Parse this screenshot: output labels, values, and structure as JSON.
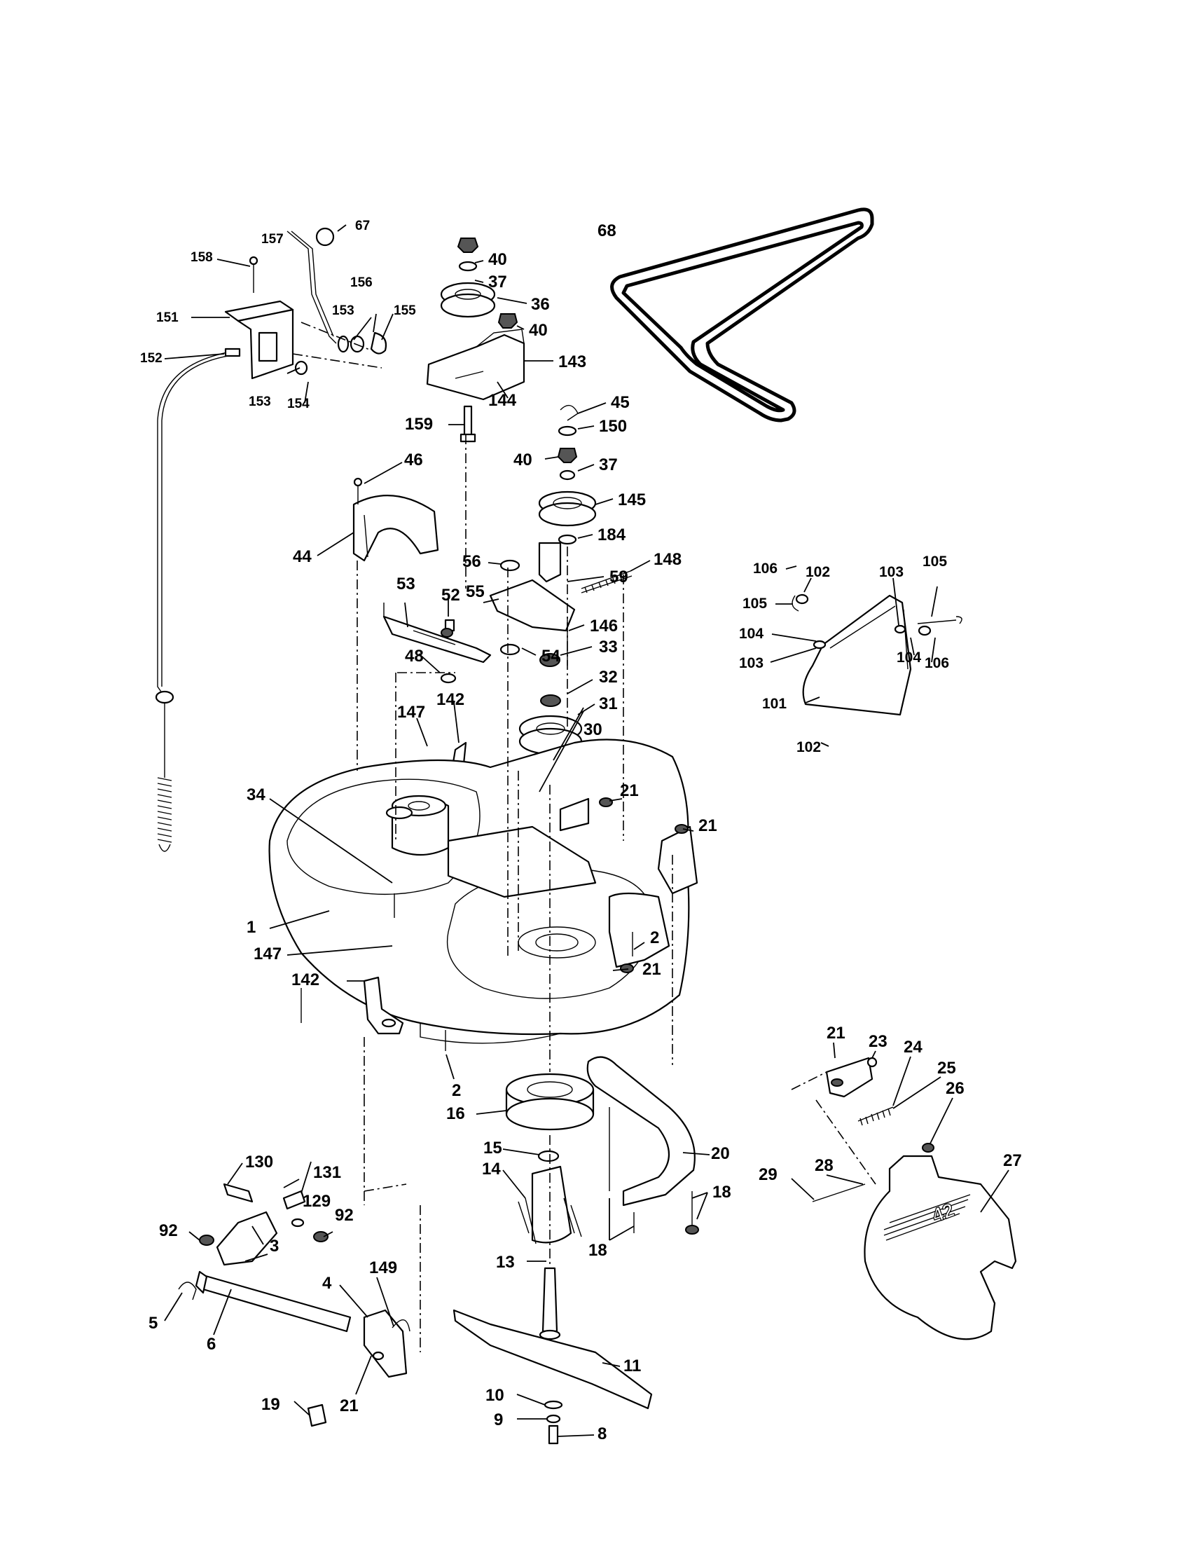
{
  "diagram": {
    "callouts": [
      {
        "id": "c67",
        "text": "67"
      },
      {
        "id": "c157",
        "text": "157"
      },
      {
        "id": "c158",
        "text": "158"
      },
      {
        "id": "c156",
        "text": "156"
      },
      {
        "id": "c151",
        "text": "151"
      },
      {
        "id": "c153a",
        "text": "153"
      },
      {
        "id": "c155",
        "text": "155"
      },
      {
        "id": "c152",
        "text": "152"
      },
      {
        "id": "c153b",
        "text": "153"
      },
      {
        "id": "c154",
        "text": "154"
      },
      {
        "id": "c40a",
        "text": "40"
      },
      {
        "id": "c37a",
        "text": "37"
      },
      {
        "id": "c36",
        "text": "36"
      },
      {
        "id": "c40b",
        "text": "40"
      },
      {
        "id": "c143",
        "text": "143"
      },
      {
        "id": "c144",
        "text": "144"
      },
      {
        "id": "c159",
        "text": "159"
      },
      {
        "id": "c68",
        "text": "68"
      },
      {
        "id": "c45",
        "text": "45"
      },
      {
        "id": "c150",
        "text": "150"
      },
      {
        "id": "c40c",
        "text": "40"
      },
      {
        "id": "c37b",
        "text": "37"
      },
      {
        "id": "c145",
        "text": "145"
      },
      {
        "id": "c184",
        "text": "184"
      },
      {
        "id": "c46",
        "text": "46"
      },
      {
        "id": "c44",
        "text": "44"
      },
      {
        "id": "c56",
        "text": "56"
      },
      {
        "id": "c59",
        "text": "59"
      },
      {
        "id": "c148",
        "text": "148"
      },
      {
        "id": "c53",
        "text": "53"
      },
      {
        "id": "c52",
        "text": "52"
      },
      {
        "id": "c55",
        "text": "55"
      },
      {
        "id": "c146",
        "text": "146"
      },
      {
        "id": "c54",
        "text": "54"
      },
      {
        "id": "c33",
        "text": "33"
      },
      {
        "id": "c48",
        "text": "48"
      },
      {
        "id": "c32",
        "text": "32"
      },
      {
        "id": "c31",
        "text": "31"
      },
      {
        "id": "c142a",
        "text": "142"
      },
      {
        "id": "c147a",
        "text": "147"
      },
      {
        "id": "c30",
        "text": "30"
      },
      {
        "id": "c21a",
        "text": "21"
      },
      {
        "id": "c34",
        "text": "34"
      },
      {
        "id": "c21b",
        "text": "21"
      },
      {
        "id": "c1",
        "text": "1"
      },
      {
        "id": "c2a",
        "text": "2"
      },
      {
        "id": "c147b",
        "text": "147"
      },
      {
        "id": "c21c",
        "text": "21"
      },
      {
        "id": "c142b",
        "text": "142"
      },
      {
        "id": "c2b",
        "text": "2"
      },
      {
        "id": "c16",
        "text": "16"
      },
      {
        "id": "c15",
        "text": "15"
      },
      {
        "id": "c14",
        "text": "14"
      },
      {
        "id": "c20",
        "text": "20"
      },
      {
        "id": "c18a",
        "text": "18"
      },
      {
        "id": "c18b",
        "text": "18"
      },
      {
        "id": "c130",
        "text": "130"
      },
      {
        "id": "c131",
        "text": "131"
      },
      {
        "id": "c129",
        "text": "129"
      },
      {
        "id": "c92a",
        "text": "92"
      },
      {
        "id": "c92b",
        "text": "92"
      },
      {
        "id": "c3",
        "text": "3"
      },
      {
        "id": "c4",
        "text": "4"
      },
      {
        "id": "c149",
        "text": "149"
      },
      {
        "id": "c5",
        "text": "5"
      },
      {
        "id": "c6",
        "text": "6"
      },
      {
        "id": "c19",
        "text": "19"
      },
      {
        "id": "c21d",
        "text": "21"
      },
      {
        "id": "c13",
        "text": "13"
      },
      {
        "id": "c11",
        "text": "11"
      },
      {
        "id": "c10",
        "text": "10"
      },
      {
        "id": "c9",
        "text": "9"
      },
      {
        "id": "c8",
        "text": "8"
      },
      {
        "id": "c106a",
        "text": "106"
      },
      {
        "id": "c102a",
        "text": "102"
      },
      {
        "id": "c103a",
        "text": "103"
      },
      {
        "id": "c105a",
        "text": "105"
      },
      {
        "id": "c105b",
        "text": "105"
      },
      {
        "id": "c104a",
        "text": "104"
      },
      {
        "id": "c103b",
        "text": "103"
      },
      {
        "id": "c104b",
        "text": "104"
      },
      {
        "id": "c106b",
        "text": "106"
      },
      {
        "id": "c101",
        "text": "101"
      },
      {
        "id": "c102b",
        "text": "102"
      },
      {
        "id": "c21e",
        "text": "21"
      },
      {
        "id": "c23",
        "text": "23"
      },
      {
        "id": "c24",
        "text": "24"
      },
      {
        "id": "c25",
        "text": "25"
      },
      {
        "id": "c26",
        "text": "26"
      },
      {
        "id": "c27",
        "text": "27"
      },
      {
        "id": "c28",
        "text": "28"
      },
      {
        "id": "c29",
        "text": "29"
      }
    ],
    "chute_mark": "42"
  }
}
